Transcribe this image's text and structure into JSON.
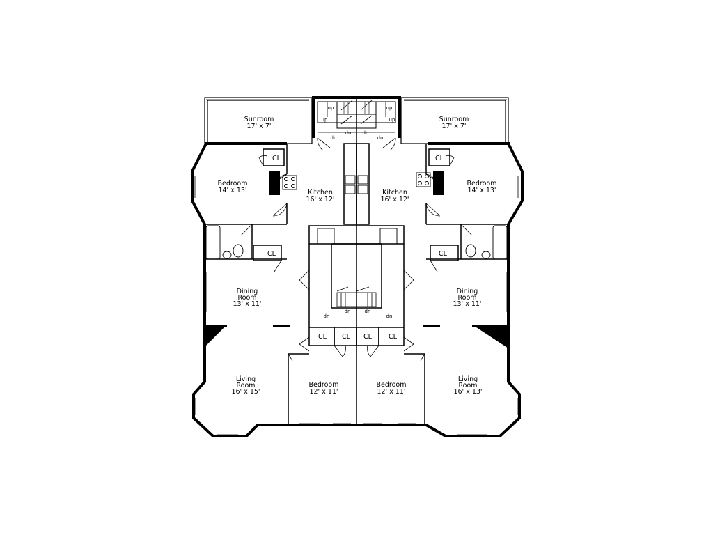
{
  "rooms": {
    "sunroom_left": {
      "name": "Sunroom",
      "size": "17' x 7'"
    },
    "sunroom_right": {
      "name": "Sunroom",
      "size": "17' x 7'"
    },
    "bedroom_left": {
      "name": "Bedroom",
      "size": "14' x 13'"
    },
    "bedroom_right": {
      "name": "Bedroom",
      "size": "14' x 13'"
    },
    "kitchen_left": {
      "name": "Kitchen",
      "size": "16' x 12'"
    },
    "kitchen_right": {
      "name": "Kitchen",
      "size": "16' x 12'"
    },
    "dining_left": {
      "name1": "Dining",
      "name2": "Room",
      "size": "13' x 11'"
    },
    "dining_right": {
      "name1": "Dining",
      "name2": "Room",
      "size": "13' x 11'"
    },
    "living_left": {
      "name1": "Living",
      "name2": "Room",
      "size": "16' x 15'"
    },
    "living_right": {
      "name1": "Living",
      "name2": "Room",
      "size": "16' x 13'"
    },
    "bedroom_small_left": {
      "name": "Bedroom",
      "size": "12' x 11'"
    },
    "bedroom_small_right": {
      "name": "Bedroom",
      "size": "12' x 11'"
    }
  },
  "closet_label": "CL",
  "stair_labels": {
    "up": "up",
    "down": "dn"
  }
}
